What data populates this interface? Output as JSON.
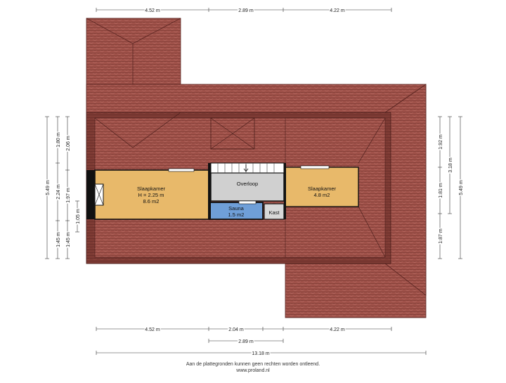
{
  "rooms": {
    "slaapkamer_left": {
      "name": "Slaapkamer",
      "height": "H = 2.25 m",
      "area": "8.6 m2"
    },
    "overloop": {
      "name": "Overloop"
    },
    "sauna": {
      "name": "Sauna",
      "area": "1.5 m2"
    },
    "kast": {
      "name": "Kast"
    },
    "slaapkamer_right": {
      "name": "Slaapkamer",
      "area": "4.8 m2"
    }
  },
  "dimensions": {
    "top": [
      "4.52 m",
      "2.89 m",
      "4.22 m"
    ],
    "bottom_row1": [
      "4.52 m",
      "2.04 m",
      "4.22 m"
    ],
    "bottom_row2": "2.89 m",
    "bottom_total": "13.18 m",
    "left_outer": "5.49 m",
    "left_mid": [
      "1.80 m",
      "2.24 m",
      "1.45 m"
    ],
    "left_inner": [
      "2.06 m",
      "1.97 m",
      "1.45 m"
    ],
    "left_small": "1.05 m",
    "right_outer": "5.49 m",
    "right_mid": [
      "1.92 m",
      "1.81 m",
      "1.87 m"
    ],
    "right_inner": "3.18 m"
  },
  "footer": {
    "disclaimer": "Aan de plattegronden kunnen geen rechten worden ontleend.",
    "website": "www.proland.nl"
  },
  "colors": {
    "roof": "#a0524a",
    "roof_dark": "#7a3a33",
    "room_fill": "#e8b96a",
    "overloop_fill": "#d0d0d0",
    "sauna_fill": "#6f9fd8",
    "kast_fill": "#d8d8d8",
    "wall": "#111111"
  }
}
